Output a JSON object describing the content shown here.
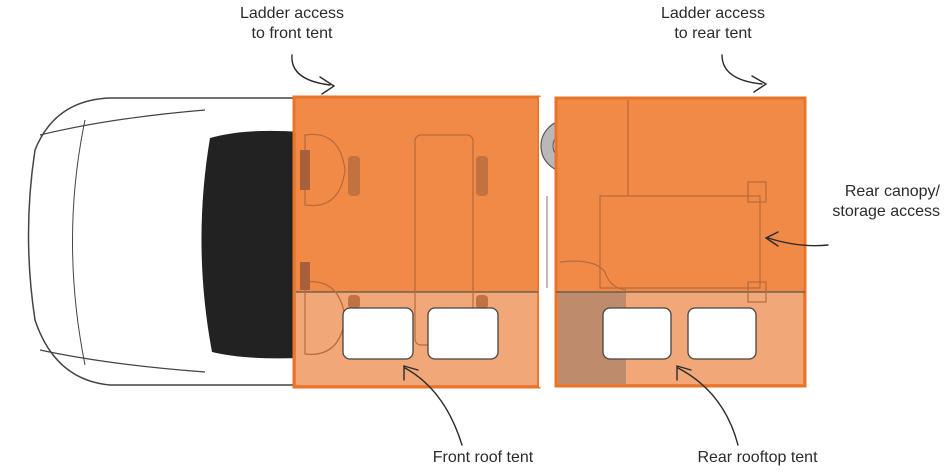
{
  "labels": {
    "front_ladder": [
      "Ladder access",
      "to front tent"
    ],
    "rear_ladder": [
      "Ladder access",
      "to rear tent"
    ],
    "rear_canopy": [
      "Rear canopy/",
      "storage access"
    ],
    "front_tent": "Front roof tent",
    "rear_tent": "Rear rooftop tent"
  },
  "colors": {
    "tent_fill": "#f08a46",
    "tent_border": "#e8742a",
    "tent_lower": "#f2a778",
    "outline": "#444444",
    "windshield": "#222222",
    "text": "#2b2b2b"
  }
}
